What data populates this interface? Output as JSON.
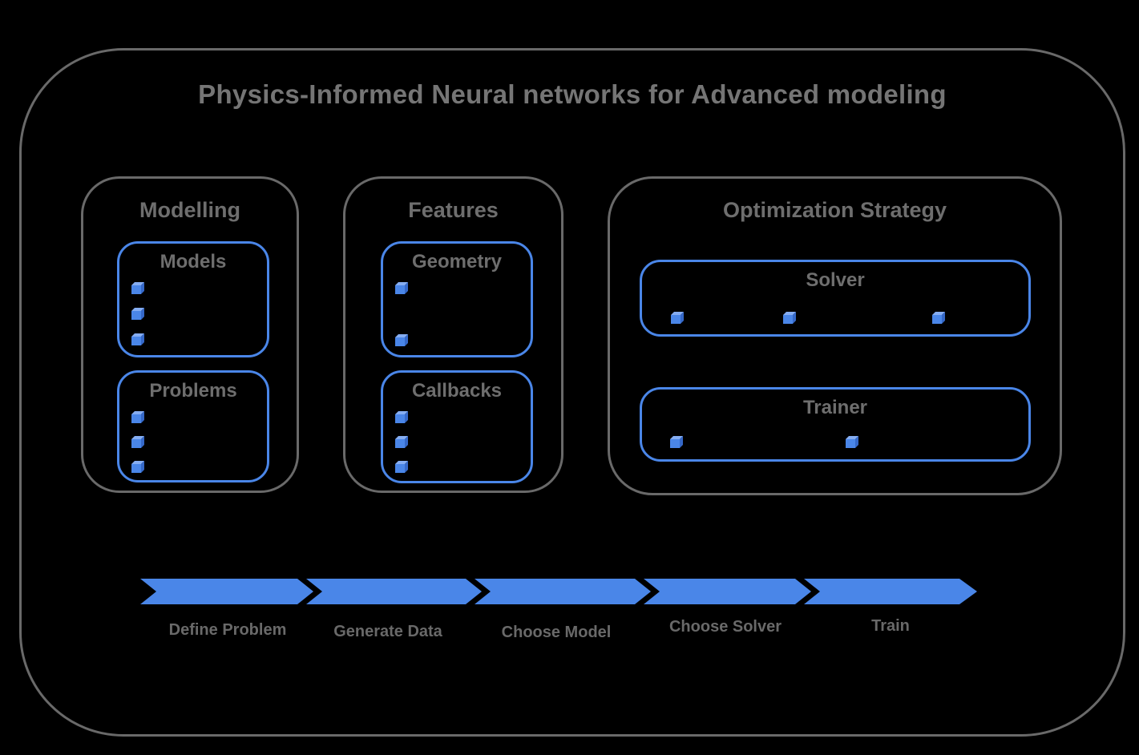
{
  "title": "Physics-Informed Neural networks for Advanced modeling",
  "sections": [
    {
      "title": "Modelling",
      "groups": [
        {
          "title": "Models",
          "cubes": 3
        },
        {
          "title": "Problems",
          "cubes": 3
        }
      ]
    },
    {
      "title": "Features",
      "groups": [
        {
          "title": "Geometry",
          "cubes": 2
        },
        {
          "title": "Callbacks",
          "cubes": 3
        }
      ]
    },
    {
      "title": "Optimization Strategy",
      "groups": [
        {
          "title": "Solver",
          "cubes": 3
        },
        {
          "title": "Trainer",
          "cubes": 2
        }
      ]
    }
  ],
  "pipeline": {
    "steps": [
      {
        "label": "Define Problem"
      },
      {
        "label": "Generate Data"
      },
      {
        "label": "Choose Model"
      },
      {
        "label": "Choose Solver"
      },
      {
        "label": "Train"
      }
    ]
  },
  "icons": {
    "cube": "3d-cube"
  },
  "colors": {
    "background": "#000000",
    "frame_border_gray": "#696969",
    "accent_blue": "#4a86e8",
    "cube_top_blue": "#85adf2",
    "cube_side_blue": "#3568c8",
    "text_gray": "#6e6e6e",
    "title_gray": "#757575"
  }
}
